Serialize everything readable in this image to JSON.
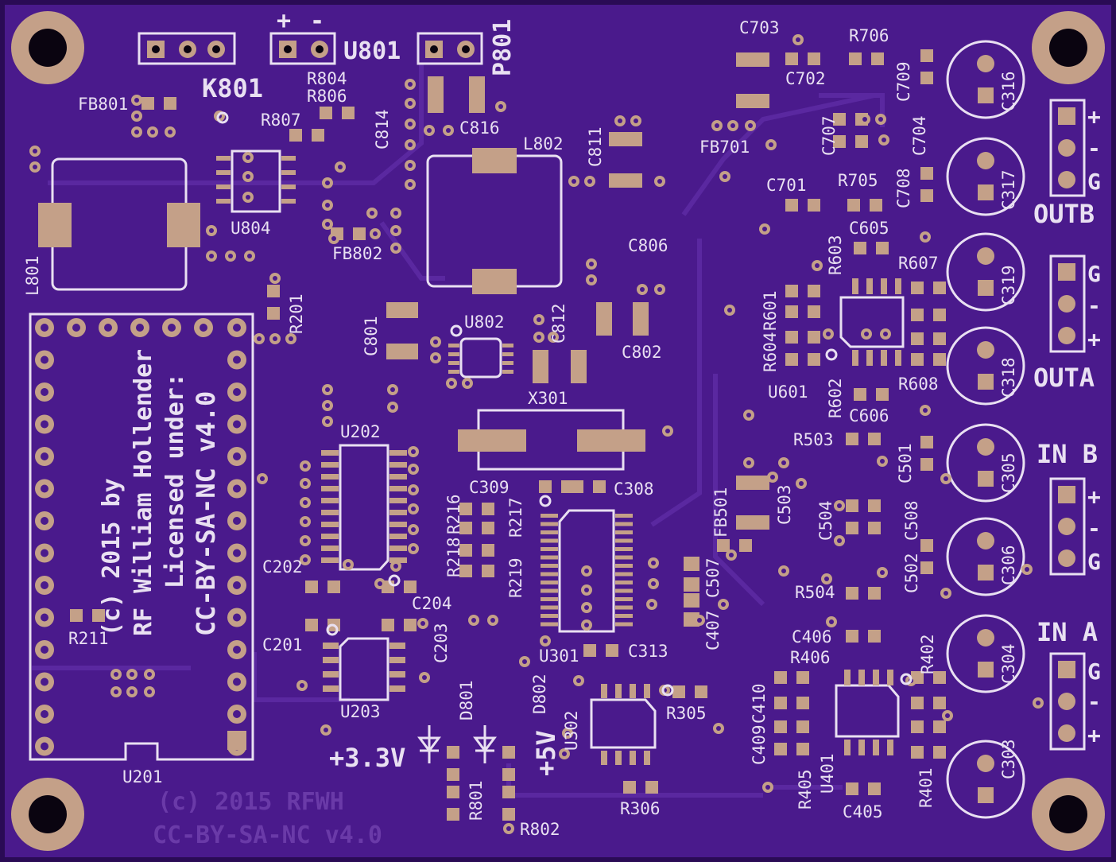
{
  "colors": {
    "board": "#4a1a8c",
    "board_edge": "#2a0b55",
    "trace": "#5a28a0",
    "copper": "#c4a088",
    "hole": "#0a0410",
    "silk": "#e9e0f2",
    "silk_faint": "#6a3aa8"
  },
  "silk_labels": [
    "FB801",
    "K801",
    "R804",
    "R806",
    "U801",
    "P801",
    "R807",
    "C814",
    "C816",
    "L802",
    "C811",
    "C703",
    "R706",
    "C702",
    "C709",
    "C707",
    "C704",
    "FB701",
    "C701",
    "R705",
    "C708",
    "C605",
    "R603",
    "R607",
    "R601",
    "R604",
    "R602",
    "U601",
    "R608",
    "C606",
    "U804",
    "FB802",
    "L801",
    "R201",
    "C806",
    "C801",
    "U802",
    "C812",
    "C802",
    "X301",
    "U202",
    "C309",
    "C308",
    "R216",
    "R218",
    "R217",
    "R219",
    "C202",
    "C204",
    "R211",
    "C201",
    "C203",
    "U203",
    "U301",
    "C313",
    "D802",
    "U302",
    "R305",
    "D801",
    "R801",
    "R802",
    "R306",
    "R503",
    "C501",
    "C503",
    "C504",
    "C508",
    "FB501",
    "C507",
    "C407",
    "C502",
    "R504",
    "C406",
    "R406",
    "R402",
    "C410",
    "C409",
    "R405",
    "U401",
    "C405",
    "R401",
    "C316",
    "C317",
    "C319",
    "C318",
    "C305",
    "C306",
    "C304",
    "C303",
    "U201"
  ],
  "power_marks": {
    "plus": "+",
    "minus": "-",
    "v33": "+3.3V",
    "v5": "+5V"
  },
  "connectors": {
    "outb": {
      "name": "OUTB",
      "pins": [
        "+",
        "-",
        "G"
      ]
    },
    "outa": {
      "name": "OUTA",
      "pins": [
        "G",
        "-",
        "+"
      ]
    },
    "inb": {
      "name": "IN B",
      "pins": [
        "+",
        "-",
        "G"
      ]
    },
    "ina": {
      "name": "IN A",
      "pins": [
        "G",
        "-",
        "+"
      ]
    }
  },
  "credit": {
    "line1": "(c) 2015 by",
    "line2": "RF William Hollender",
    "line3": "Licensed under:",
    "line4": "CC-BY-SA-NC v4.0"
  },
  "faint_credit": {
    "line1": "(c) 2015 RFWH",
    "line2": "CC-BY-SA-NC v4.0"
  }
}
